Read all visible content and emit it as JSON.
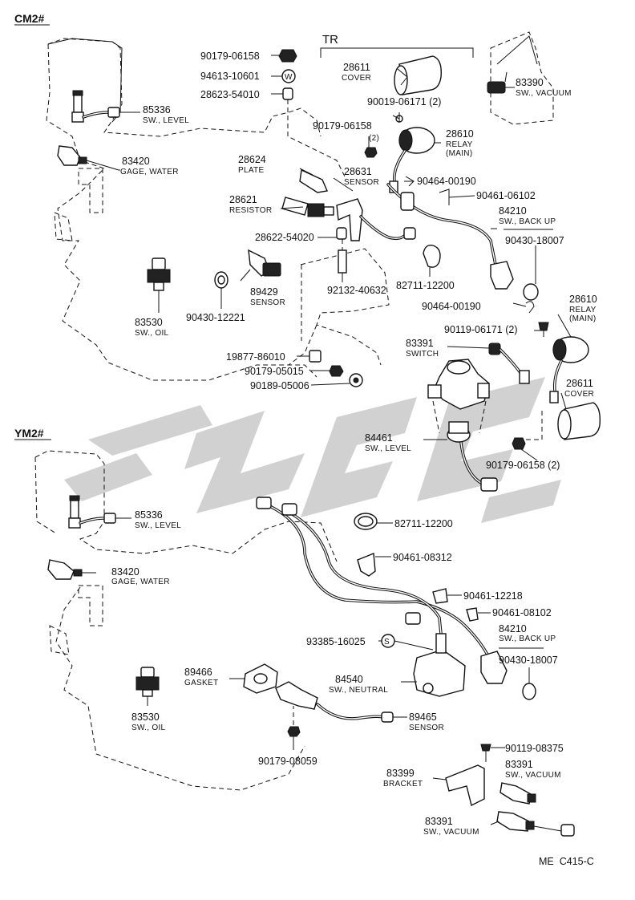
{
  "sections": {
    "cm2": "CM2#",
    "ym2": "YM2#",
    "tr": "TR"
  },
  "watermark_color": "#c9c9c9",
  "labels": {
    "cm2_90179_06158": {
      "num": "90179-06158"
    },
    "cm2_94613_10601": {
      "num": "94613-10601"
    },
    "cm2_28623_54010": {
      "num": "28623-54010"
    },
    "cm2_28611_cover": {
      "num": "28611",
      "desc": "COVER"
    },
    "cm2_83390": {
      "num": "83390",
      "desc": "SW., VACUUM"
    },
    "cm2_90019_06171": {
      "num": "90019-06171 (2)"
    },
    "cm2_85336": {
      "num": "85336",
      "desc": "SW., LEVEL"
    },
    "cm2_90179_06158_2": {
      "num": "90179-06158",
      "desc": "(2)"
    },
    "cm2_28610_relay": {
      "num": "28610",
      "desc": "RELAY",
      "desc2": "(MAIN)"
    },
    "cm2_83420": {
      "num": "83420",
      "desc": "GAGE, WATER"
    },
    "cm2_28624": {
      "num": "28624",
      "desc": "PLATE"
    },
    "cm2_28631": {
      "num": "28631",
      "desc": "SENSOR"
    },
    "cm2_90464_00190": {
      "num": "90464-00190"
    },
    "cm2_90461_06102": {
      "num": "90461-06102"
    },
    "cm2_28621": {
      "num": "28621",
      "desc": "RESISTOR"
    },
    "cm2_84210": {
      "num": "84210",
      "desc": "SW., BACK UP"
    },
    "cm2_28622_54020": {
      "num": "28622-54020"
    },
    "cm2_90430_18007": {
      "num": "90430-18007"
    },
    "cm2_89429": {
      "num": "89429",
      "desc": "SENSOR"
    },
    "cm2_82711_12200": {
      "num": "82711-12200"
    },
    "cm2_92132_40632": {
      "num": "92132-40632"
    },
    "cm2_90430_12221": {
      "num": "90430-12221"
    },
    "cm2_83530": {
      "num": "83530",
      "desc": "SW., OIL"
    },
    "cm2_90464_00190_b": {
      "num": "90464-00190"
    },
    "cm2_28610_relay_b": {
      "num": "28610",
      "desc": "RELAY",
      "desc2": "(MAIN)"
    },
    "cm2_90119_06171": {
      "num": "90119-06171 (2)"
    },
    "cm2_83391_switch": {
      "num": "83391",
      "desc": "SWITCH"
    },
    "cm2_19877_86010": {
      "num": "19877-86010"
    },
    "cm2_90179_05015": {
      "num": "90179-05015"
    },
    "cm2_90189_05006": {
      "num": "90189-05006"
    },
    "cm2_28611_cover_b": {
      "num": "28611",
      "desc": "COVER"
    },
    "cm2_84461": {
      "num": "84461",
      "desc": "SW., LEVEL"
    },
    "cm2_90179_06158_b": {
      "num": "90179-06158 (2)"
    },
    "ym2_85336": {
      "num": "85336",
      "desc": "SW., LEVEL"
    },
    "ym2_82711_12200": {
      "num": "82711-12200"
    },
    "ym2_90461_08312": {
      "num": "90461-08312"
    },
    "ym2_83420": {
      "num": "83420",
      "desc": "GAGE, WATER"
    },
    "ym2_90461_12218": {
      "num": "90461-12218"
    },
    "ym2_90461_08102": {
      "num": "90461-08102"
    },
    "ym2_84210": {
      "num": "84210",
      "desc": "SW., BACK UP"
    },
    "ym2_93385_16025": {
      "num": "93385-16025"
    },
    "ym2_90430_18007": {
      "num": "90430-18007"
    },
    "ym2_89466": {
      "num": "89466",
      "desc": "GASKET"
    },
    "ym2_84540": {
      "num": "84540",
      "desc": "SW., NEUTRAL"
    },
    "ym2_83530": {
      "num": "83530",
      "desc": "SW., OIL"
    },
    "ym2_89465": {
      "num": "89465",
      "desc": "SENSOR"
    },
    "ym2_90119_08375": {
      "num": "90119-08375"
    },
    "ym2_90179_08059": {
      "num": "90179-08059"
    },
    "ym2_83399": {
      "num": "83399",
      "desc": "BRACKET"
    },
    "ym2_83391_a": {
      "num": "83391",
      "desc": "SW., VACUUM"
    },
    "ym2_83391_b": {
      "num": "83391",
      "desc": "SW., VACUUM"
    }
  },
  "footer": {
    "code": "ME  C415-C"
  }
}
